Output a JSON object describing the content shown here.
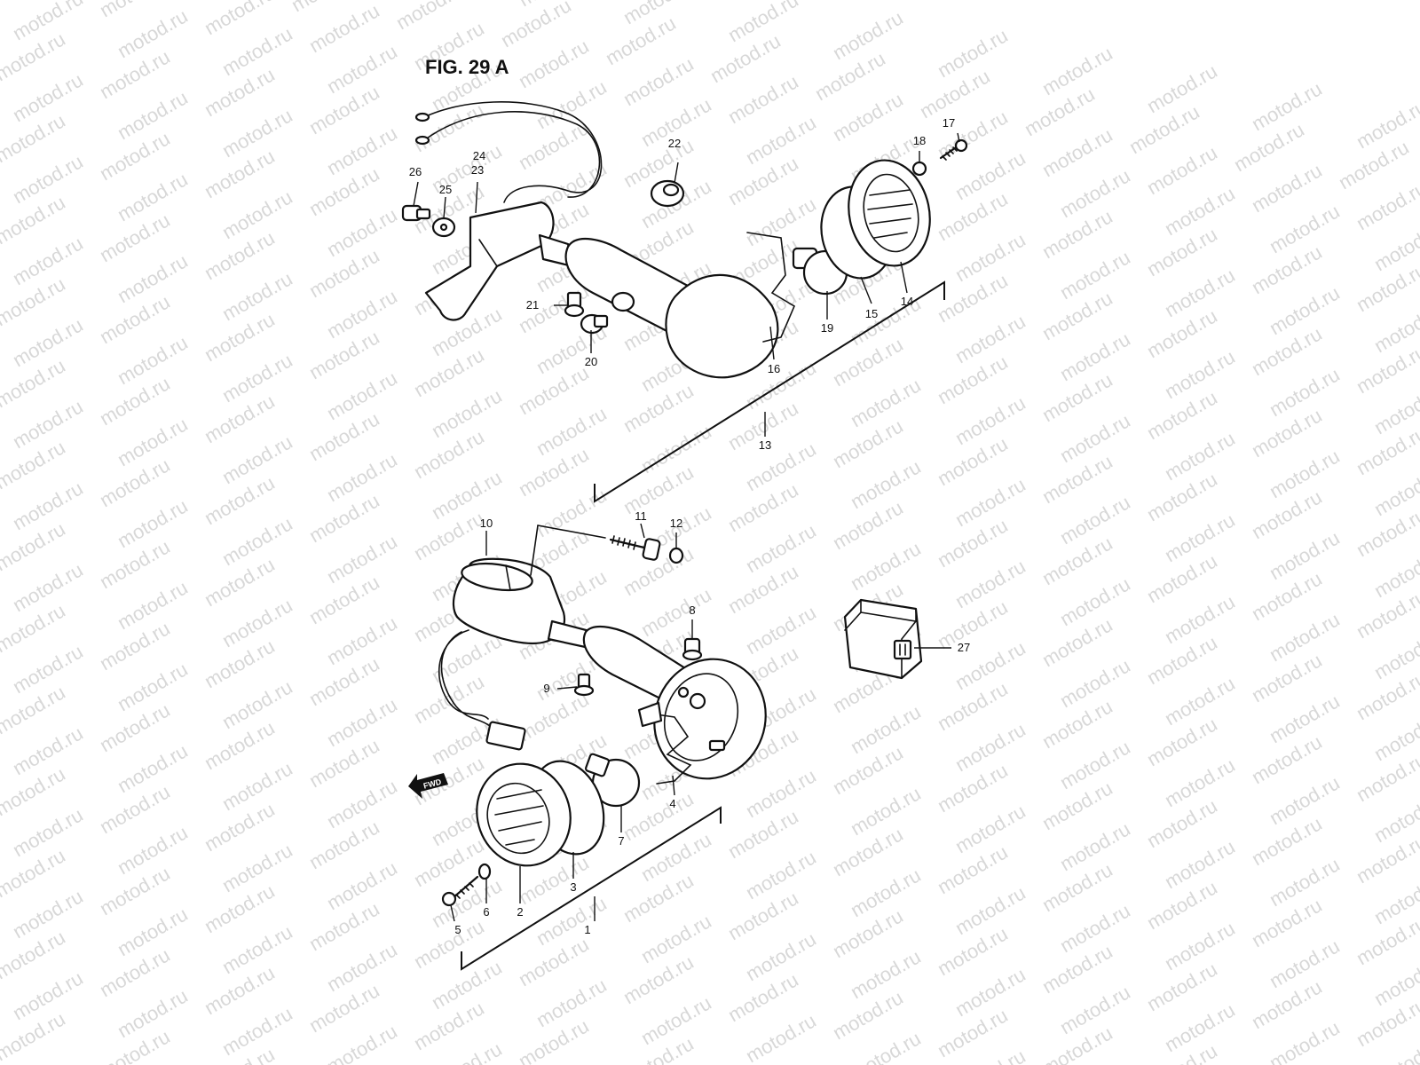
{
  "figure": {
    "title": "FIG. 29 A"
  },
  "watermark": {
    "text": "motod.ru",
    "color": "#d8d8d8"
  },
  "direction_badge": {
    "label": "FWD"
  },
  "callouts": {
    "c1": "1",
    "c2": "2",
    "c3": "3",
    "c4": "4",
    "c5": "5",
    "c6": "6",
    "c7": "7",
    "c8": "8",
    "c9": "9",
    "c10": "10",
    "c11": "11",
    "c12": "12",
    "c13": "13",
    "c14": "14",
    "c15": "15",
    "c16": "16",
    "c17": "17",
    "c18": "18",
    "c19": "19",
    "c20": "20",
    "c21": "21",
    "c22": "22",
    "c23": "23",
    "c24": "24",
    "c25": "25",
    "c26": "26",
    "c27": "27"
  }
}
